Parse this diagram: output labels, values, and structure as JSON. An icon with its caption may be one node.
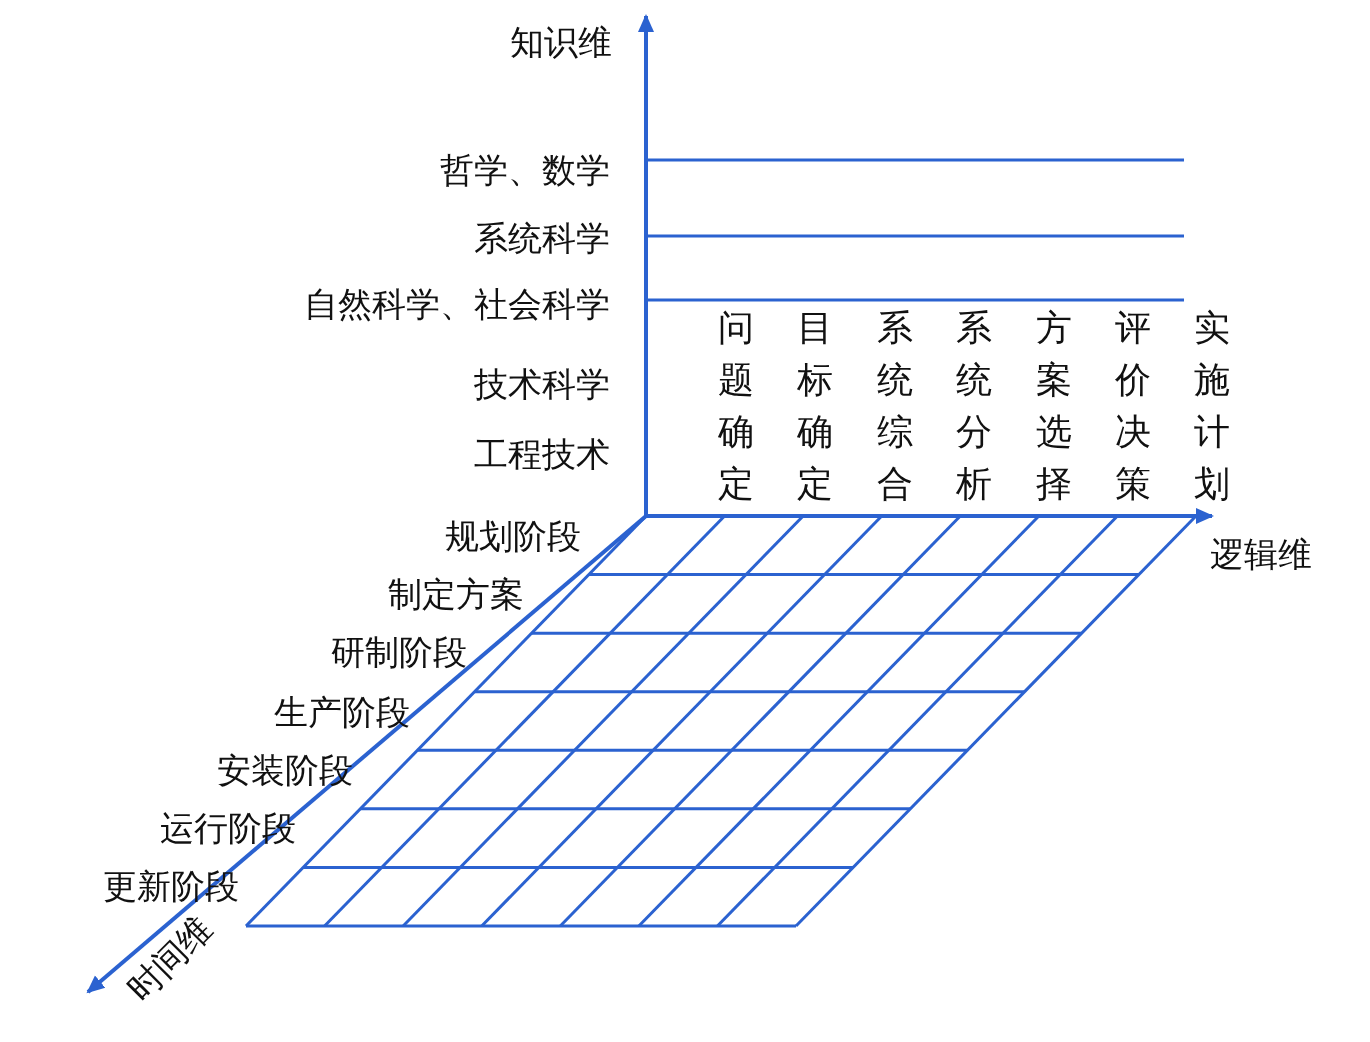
{
  "diagram": {
    "labels": [
      "知识维",
      "哲学、数学",
      "系统科学",
      "自然科学、社会科学",
      "技术科学",
      "工程技术",
      "问题确定",
      "目标确定",
      "系统综合",
      "系统分析",
      "方案选择",
      "评价决策",
      "实施计划",
      "规划阶段",
      "逻辑维",
      "制定方案",
      "研制阶段",
      "生产阶段",
      "安装阶段",
      "运行阶段",
      "更新阶段",
      "时间维"
    ]
  }
}
